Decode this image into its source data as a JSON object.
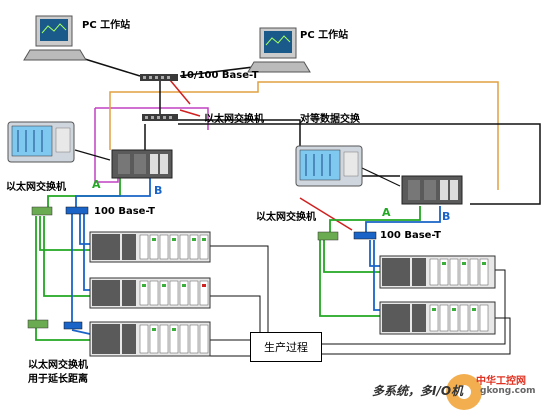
{
  "labels": {
    "pc1": "PC 工作站",
    "pc2": "PC 工作站",
    "base_t_1": "10/100 Base-T",
    "switch_center": "以太网交换机",
    "peer_exchange": "对等数据交换",
    "switch_left": "以太网交换机",
    "base_t_2": "100 Base-T",
    "switch_right": "以太网交换机",
    "base_t_3": "100 Base-T",
    "switch_bottom": "以太网交换机",
    "extend_distance": "用于延长距离",
    "process": "生产过程",
    "a_left": "A",
    "b_left": "B",
    "a_right": "A",
    "b_right": "B",
    "caption": "多系统，多I/O机",
    "watermark_1": "中华工控网",
    "watermark_2": "gkong.com"
  },
  "colors": {
    "green": "#22a822",
    "blue": "#1a64c8",
    "black": "#111111",
    "magenta": "#c040c0",
    "orange": "#e0a040",
    "red": "#d02020",
    "panel": "#5a5a5a",
    "switch": "#3a3a3a"
  }
}
